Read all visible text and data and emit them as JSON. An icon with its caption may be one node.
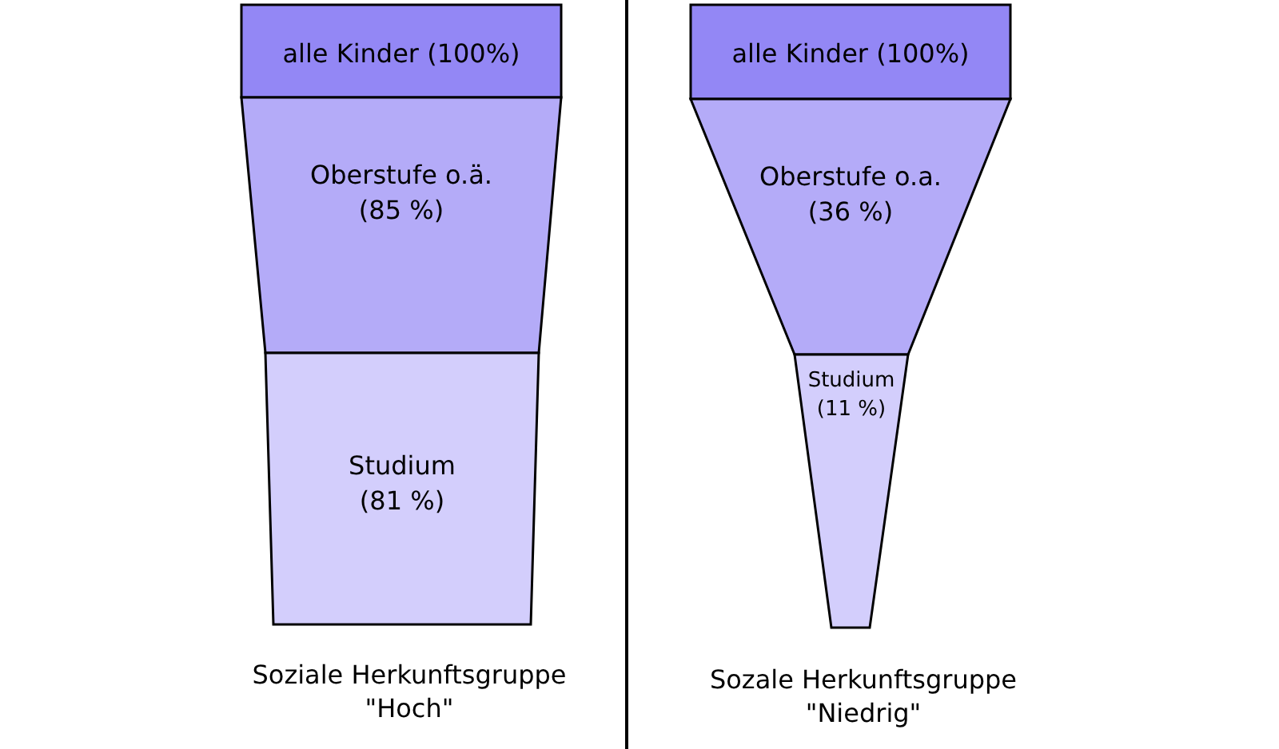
{
  "diagram": {
    "nodes": [
      {
        "text": [
          "alle Kinder (100%)"
        ]
      },
      {
        "text": [
          "Oberstufe o.ä. (85 %)"
        ]
      },
      {
        "text": [
          "Studium (81 %)"
        ]
      },
      {
        "text": [
          "alle Kinder (100%)"
        ]
      },
      {
        "text": [
          "Oberstufe o.a. (36 %)"
        ]
      },
      {
        "text": [
          "Studium (11 %)"
        ]
      }
    ],
    "labels": [
      "Soziale Herkunftsgruppe \"Hoch\"",
      "Sozale Herkunftsgruppe \"Niedrig\""
    ]
  }
}
